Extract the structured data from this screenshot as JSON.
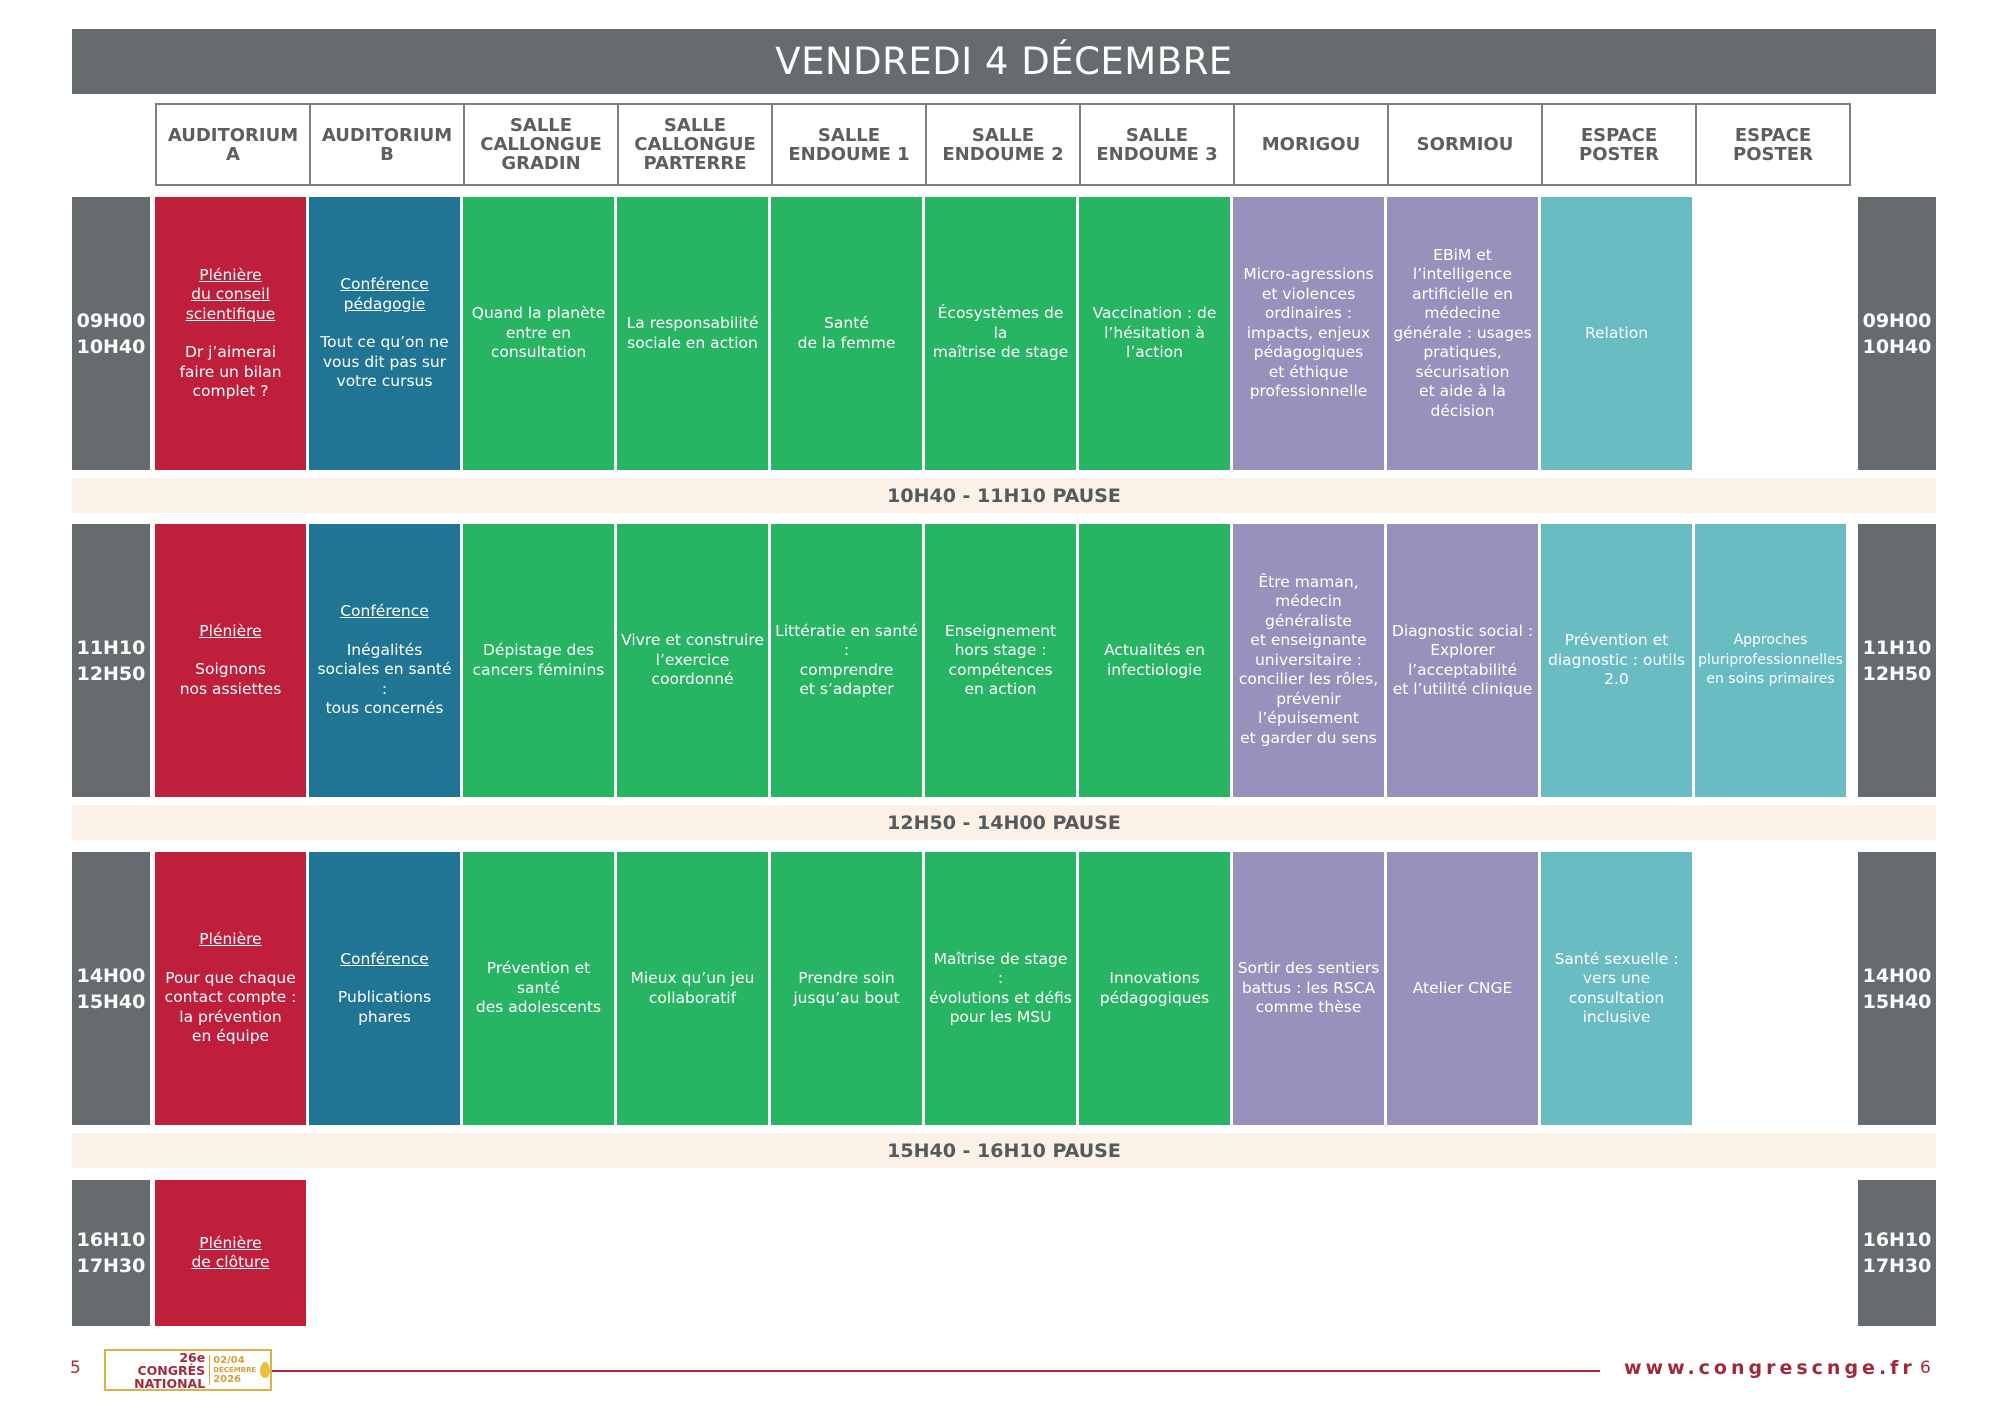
{
  "page": {
    "title": "VENDREDI 4 DÉCEMBRE",
    "rooms": [
      "AUDITORIUM\nA",
      "AUDITORIUM\nB",
      "SALLE\nCALLONGUE\nGRADIN",
      "SALLE\nCALLONGUE\nPARTERRE",
      "SALLE\nENDOUME 1",
      "SALLE\nENDOUME 2",
      "SALLE\nENDOUME 3",
      "MORIGOU",
      "SORMIOU",
      "ESPACE\nPOSTER",
      "ESPACE\nPOSTER"
    ]
  },
  "slots": [
    {
      "time": "09H00\n10H40",
      "sessions": [
        {
          "kind": "Plénière\ndu conseil\nscientifique",
          "text": "Dr j’aimerai\nfaire un bilan\ncomplet ?"
        },
        {
          "kind": "Conférence\npédagogie",
          "text": "Tout ce qu’on ne\nvous dit pas sur\nvotre cursus"
        },
        {
          "text": "Quand la planète\nentre en\nconsultation"
        },
        {
          "text": "La responsabilité\nsociale en action"
        },
        {
          "text": "Santé\nde la femme"
        },
        {
          "text": "Écosystèmes de la\nmaîtrise de stage"
        },
        {
          "text": "Vaccination : de\nl’hésitation à\nl’action"
        },
        {
          "text": "Micro-agressions\net violences\nordinaires :\nimpacts, enjeux\npédagogiques\net éthique\nprofessionnelle"
        },
        {
          "text": "EBiM et\nl’intelligence\nartificielle en\nmédecine\ngénérale : usages\npratiques,\nsécurisation\net aide à la\ndécision"
        },
        {
          "text": "Relation"
        }
      ]
    },
    {
      "time": "11H10\n12H50",
      "sessions": [
        {
          "kind": "Plénière",
          "text": "Soignons\nnos assiettes"
        },
        {
          "kind": "Conférence",
          "text": "Inégalités\nsociales en santé :\ntous concernés"
        },
        {
          "text": "Dépistage des\ncancers féminins"
        },
        {
          "text": "Vivre et construire\nl’exercice\ncoordonné"
        },
        {
          "text": "Littératie en santé :\ncomprendre\net s’adapter"
        },
        {
          "text": "Enseignement\nhors stage :\ncompétences\nen action"
        },
        {
          "text": "Actualités en\ninfectiologie"
        },
        {
          "text": "Être maman,\nmédecin\ngénéraliste\net enseignante\nuniversitaire :\nconcilier les rôles,\nprévenir\nl’épuisement\net garder du sens"
        },
        {
          "text": "Diagnostic social :\nExplorer\nl’acceptabilité\net l’utilité clinique"
        },
        {
          "text": "Prévention et\ndiagnostic : outils\n2.0"
        },
        {
          "text": "Approches\npluriprofessionnelles\nen soins primaires"
        }
      ]
    },
    {
      "time": "14H00\n15H40",
      "sessions": [
        {
          "kind": "Plénière",
          "text": "Pour que chaque\ncontact compte :\nla prévention\nen équipe"
        },
        {
          "kind": "Conférence",
          "text": "Publications\nphares"
        },
        {
          "text": "Prévention et santé\ndes adolescents"
        },
        {
          "text": "Mieux qu’un jeu\ncollaboratif"
        },
        {
          "text": "Prendre soin\njusqu’au bout"
        },
        {
          "text": "Maîtrise de stage :\névolutions et défis\npour les MSU"
        },
        {
          "text": "Innovations\npédagogiques"
        },
        {
          "text": "Sortir des sentiers\nbattus : les RSCA\ncomme thèse"
        },
        {
          "text": "Atelier CNGE"
        },
        {
          "text": "Santé sexuelle :\nvers une\nconsultation\ninclusive"
        }
      ]
    },
    {
      "time": "16H10\n17H30",
      "sessions": [
        {
          "kind": "Plénière\nde clôture",
          "text": ""
        }
      ]
    }
  ],
  "pauses": [
    "10H40 - 11H10 PAUSE",
    "12H50 - 14H00 PAUSE",
    "15H40 - 16H10 PAUSE"
  ],
  "colors": {
    "red": "#c01f3b",
    "blue": "#217594",
    "green": "#27b463",
    "purple": "#9991bc",
    "teal": "#68bcc2",
    "grey": "#666b6e",
    "pause": "#fbf1e6",
    "accent": "#a3283a"
  },
  "footer": {
    "page_left": "5",
    "page_right": "6",
    "logo_line1": "26e CONGRÈS",
    "logo_line2": "NATIONAL",
    "logo_dates": "02/04",
    "logo_month": "DÉCEMBRE",
    "logo_year": "2026",
    "website": "www.congrescnge.fr"
  }
}
